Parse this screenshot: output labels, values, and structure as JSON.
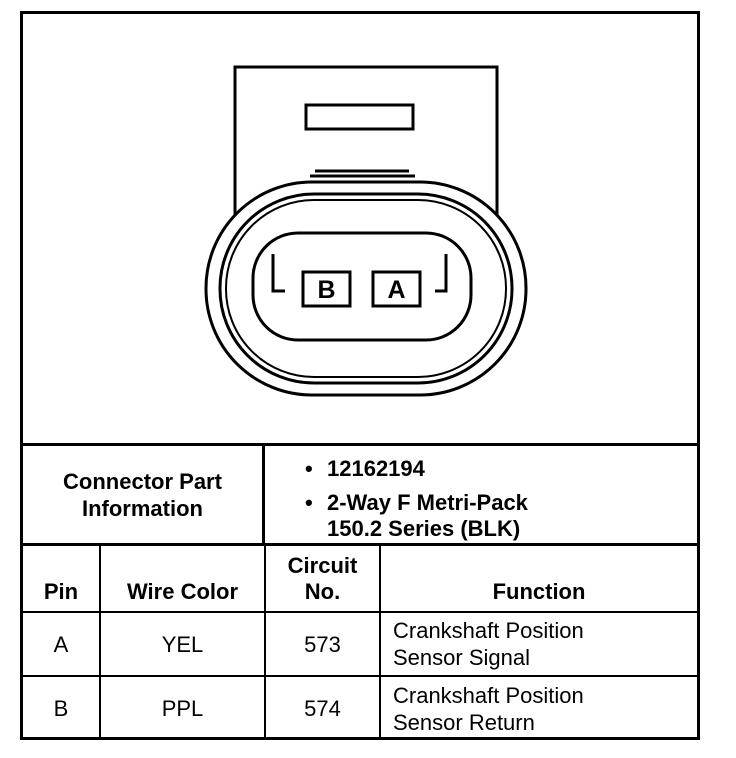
{
  "connector": {
    "pin_labels": [
      "B",
      "A"
    ]
  },
  "info": {
    "label": "Connector Part\nInformation",
    "bullets": [
      "12162194",
      "2-Way F Metri-Pack\n150.2 Series (BLK)"
    ]
  },
  "table": {
    "headers": [
      "Pin",
      "Wire Color",
      "Circuit\nNo.",
      "Function"
    ],
    "rows": [
      {
        "pin": "A",
        "wire_color": "YEL",
        "circuit": "573",
        "function": "Crankshaft Position\nSensor Signal"
      },
      {
        "pin": "B",
        "wire_color": "PPL",
        "circuit": "574",
        "function": "Crankshaft Position\nSensor Return"
      }
    ]
  }
}
